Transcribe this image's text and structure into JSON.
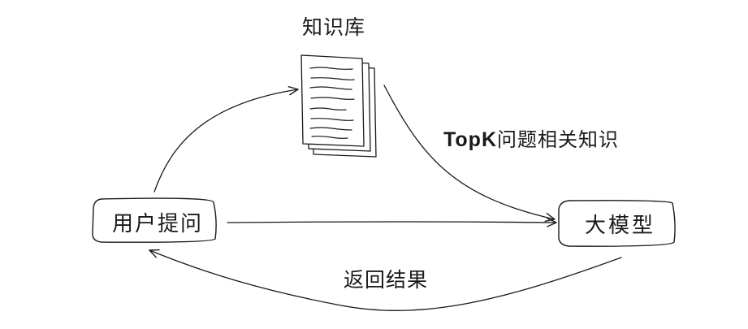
{
  "nodes": {
    "knowledge_base": "知识库",
    "user_question": "用户提问",
    "llm": "大模型"
  },
  "edges": {
    "topk_prefix": "TopK",
    "topk_rest": "问题相关知识",
    "return_result": "返回结果"
  },
  "colors": {
    "stroke": "#1a1a1a",
    "background": "#ffffff"
  }
}
